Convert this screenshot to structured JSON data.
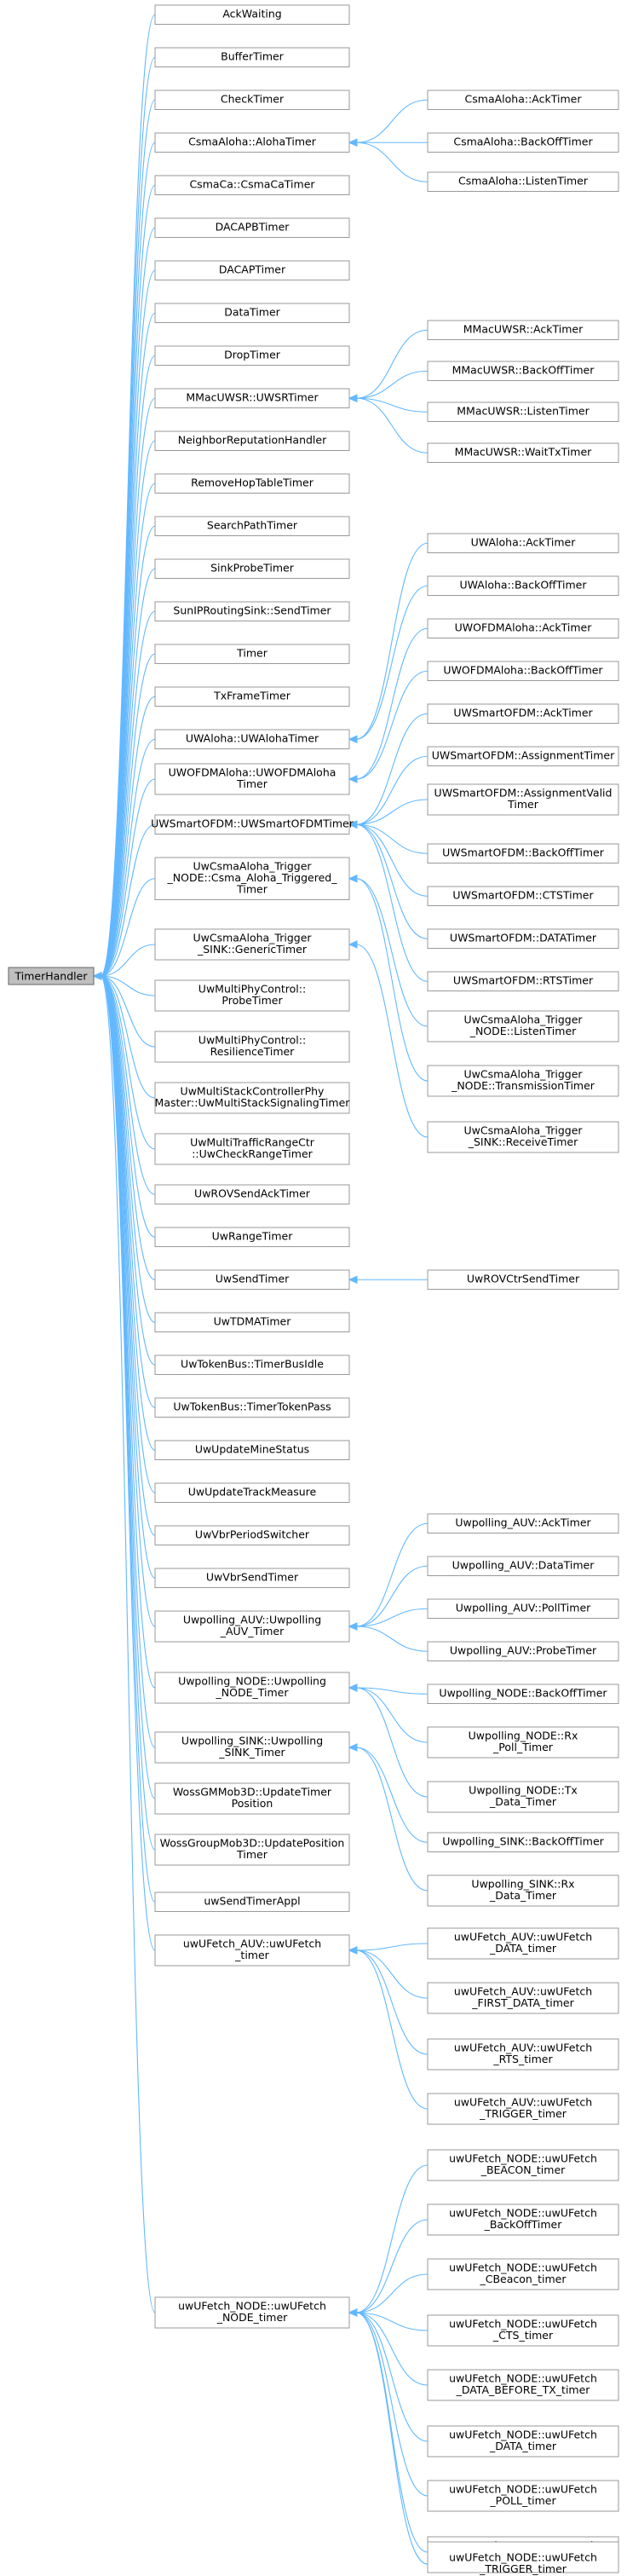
{
  "diagram": {
    "type": "inheritance-graph",
    "root": "TimerHandler",
    "children": [
      {
        "id": "ackwaiting",
        "lines": [
          "AckWaiting"
        ]
      },
      {
        "id": "buffertimer",
        "lines": [
          "BufferTimer"
        ]
      },
      {
        "id": "checktimer",
        "lines": [
          "CheckTimer"
        ]
      },
      {
        "id": "csmaaloha-alohatimer",
        "lines": [
          "CsmaAloha::AlohaTimer"
        ],
        "children": [
          {
            "id": "csmaaloha-acktimer",
            "lines": [
              "CsmaAloha::AckTimer"
            ]
          },
          {
            "id": "csmaaloha-backofftimer",
            "lines": [
              "CsmaAloha::BackOffTimer"
            ]
          },
          {
            "id": "csmaaloha-listentimer",
            "lines": [
              "CsmaAloha::ListenTimer"
            ]
          }
        ]
      },
      {
        "id": "csmaca-csmacatimer",
        "lines": [
          "CsmaCa::CsmaCaTimer"
        ]
      },
      {
        "id": "dacapbtimer",
        "lines": [
          "DACAPBTimer"
        ]
      },
      {
        "id": "dacaptimer",
        "lines": [
          "DACAPTimer"
        ]
      },
      {
        "id": "datatimer",
        "lines": [
          "DataTimer"
        ]
      },
      {
        "id": "droptimer",
        "lines": [
          "DropTimer"
        ]
      },
      {
        "id": "mmacuwsr-uwsrtimer",
        "lines": [
          "MMacUWSR::UWSRTimer"
        ],
        "children": [
          {
            "id": "mmacuwsr-acktimer",
            "lines": [
              "MMacUWSR::AckTimer"
            ]
          },
          {
            "id": "mmacuwsr-backofftimer",
            "lines": [
              "MMacUWSR::BackOffTimer"
            ]
          },
          {
            "id": "mmacuwsr-listentimer",
            "lines": [
              "MMacUWSR::ListenTimer"
            ]
          },
          {
            "id": "mmacuwsr-waittxtimer",
            "lines": [
              "MMacUWSR::WaitTxTimer"
            ]
          }
        ]
      },
      {
        "id": "neighborreputationhandler",
        "lines": [
          "NeighborReputationHandler"
        ]
      },
      {
        "id": "removehoptabletimer",
        "lines": [
          "RemoveHopTableTimer"
        ]
      },
      {
        "id": "searchpathtimer",
        "lines": [
          "SearchPathTimer"
        ]
      },
      {
        "id": "sinkprobetimer",
        "lines": [
          "SinkProbeTimer"
        ]
      },
      {
        "id": "sunip-sendtimer",
        "lines": [
          "SunIPRoutingSink::SendTimer"
        ]
      },
      {
        "id": "timer",
        "lines": [
          "Timer"
        ]
      },
      {
        "id": "txframetimer",
        "lines": [
          "TxFrameTimer"
        ]
      },
      {
        "id": "uwaloha-uwalohatimer",
        "lines": [
          "UWAloha::UWAlohaTimer"
        ],
        "children": [
          {
            "id": "uwaloha-acktimer",
            "lines": [
              "UWAloha::AckTimer"
            ]
          },
          {
            "id": "uwaloha-backofftimer",
            "lines": [
              "UWAloha::BackOffTimer"
            ]
          }
        ]
      },
      {
        "id": "uwofdmaloha-timer",
        "lines": [
          "UWOFDMAloha::UWOFDMAloha",
          "Timer"
        ],
        "children": [
          {
            "id": "uwofdmaloha-acktimer",
            "lines": [
              "UWOFDMAloha::AckTimer"
            ]
          },
          {
            "id": "uwofdmaloha-backofftimer",
            "lines": [
              "UWOFDMAloha::BackOffTimer"
            ]
          }
        ]
      },
      {
        "id": "uwsmartofdm-timer",
        "lines": [
          "UWSmartOFDM::UWSmartOFDMTimer"
        ],
        "children": [
          {
            "id": "uwsmartofdm-acktimer",
            "lines": [
              "UWSmartOFDM::AckTimer"
            ]
          },
          {
            "id": "uwsmartofdm-assignmenttimer",
            "lines": [
              "UWSmartOFDM::AssignmentTimer"
            ]
          },
          {
            "id": "uwsmartofdm-assignmentvalidtimer",
            "lines": [
              "UWSmartOFDM::AssignmentValid",
              "Timer"
            ]
          },
          {
            "id": "uwsmartofdm-backofftimer",
            "lines": [
              "UWSmartOFDM::BackOffTimer"
            ]
          },
          {
            "id": "uwsmartofdm-ctstimer",
            "lines": [
              "UWSmartOFDM::CTSTimer"
            ]
          },
          {
            "id": "uwsmartofdm-datatimer",
            "lines": [
              "UWSmartOFDM::DATATimer"
            ]
          },
          {
            "id": "uwsmartofdm-rtstimer",
            "lines": [
              "UWSmartOFDM::RTSTimer"
            ]
          }
        ]
      },
      {
        "id": "uwcsmaaloha-triggered-timer",
        "lines": [
          "UwCsmaAloha_Trigger",
          "_NODE::Csma_Aloha_Triggered_",
          "Timer"
        ],
        "children": [
          {
            "id": "uwcsmaaloha-node-listentimer",
            "lines": [
              "UwCsmaAloha_Trigger",
              "_NODE::ListenTimer"
            ]
          },
          {
            "id": "uwcsmaaloha-node-transmissiontimer",
            "lines": [
              "UwCsmaAloha_Trigger",
              "_NODE::TransmissionTimer"
            ]
          }
        ]
      },
      {
        "id": "uwcsmaaloha-sink-generictimer",
        "lines": [
          "UwCsmaAloha_Trigger",
          "_SINK::GenericTimer"
        ],
        "children": [
          {
            "id": "uwcsmaaloha-sink-receivetimer",
            "lines": [
              "UwCsmaAloha_Trigger",
              "_SINK::ReceiveTimer"
            ]
          }
        ]
      },
      {
        "id": "uwmultiphy-probetimer",
        "lines": [
          "UwMultiPhyControl::",
          "ProbeTimer"
        ]
      },
      {
        "id": "uwmultiphy-resiliencetimer",
        "lines": [
          "UwMultiPhyControl::",
          "ResilienceTimer"
        ]
      },
      {
        "id": "uwmultistack-signalingtimer",
        "lines": [
          "UwMultiStackControllerPhy",
          "Master::UwMultiStackSignalingTimer"
        ]
      },
      {
        "id": "uwmultitraffic-checkrangetimer",
        "lines": [
          "UwMultiTrafficRangeCtr",
          "::UwCheckRangeTimer"
        ]
      },
      {
        "id": "uwrovsendacktimer",
        "lines": [
          "UwROVSendAckTimer"
        ]
      },
      {
        "id": "uwrangetimer",
        "lines": [
          "UwRangeTimer"
        ]
      },
      {
        "id": "uwsendtimer",
        "lines": [
          "UwSendTimer"
        ],
        "children": [
          {
            "id": "uwrovctrsendtimer",
            "lines": [
              "UwROVCtrSendTimer"
            ]
          }
        ]
      },
      {
        "id": "uwtdmatimer",
        "lines": [
          "UwTDMATimer"
        ]
      },
      {
        "id": "uwtokenbus-timerbusidle",
        "lines": [
          "UwTokenBus::TimerBusIdle"
        ]
      },
      {
        "id": "uwtokenbus-timertokenpass",
        "lines": [
          "UwTokenBus::TimerTokenPass"
        ]
      },
      {
        "id": "uwupdateminestatus",
        "lines": [
          "UwUpdateMineStatus"
        ]
      },
      {
        "id": "uwupdatetrackmeasure",
        "lines": [
          "UwUpdateTrackMeasure"
        ]
      },
      {
        "id": "uwvbrperiodswitcher",
        "lines": [
          "UwVbrPeriodSwitcher"
        ]
      },
      {
        "id": "uwvbrsendtimer",
        "lines": [
          "UwVbrSendTimer"
        ]
      },
      {
        "id": "uwpolling-auv-timer",
        "lines": [
          "Uwpolling_AUV::Uwpolling",
          "_AUV_Timer"
        ],
        "children": [
          {
            "id": "uwpolling-auv-acktimer",
            "lines": [
              "Uwpolling_AUV::AckTimer"
            ]
          },
          {
            "id": "uwpolling-auv-datatimer",
            "lines": [
              "Uwpolling_AUV::DataTimer"
            ]
          },
          {
            "id": "uwpolling-auv-polltimer",
            "lines": [
              "Uwpolling_AUV::PollTimer"
            ]
          },
          {
            "id": "uwpolling-auv-probetimer",
            "lines": [
              "Uwpolling_AUV::ProbeTimer"
            ]
          }
        ]
      },
      {
        "id": "uwpolling-node-timer",
        "lines": [
          "Uwpolling_NODE::Uwpolling",
          "_NODE_Timer"
        ],
        "children": [
          {
            "id": "uwpolling-node-backofftimer",
            "lines": [
              "Uwpolling_NODE::BackOffTimer"
            ]
          },
          {
            "id": "uwpolling-node-rxpolltimer",
            "lines": [
              "Uwpolling_NODE::Rx",
              "_Poll_Timer"
            ]
          },
          {
            "id": "uwpolling-node-txdatatimer",
            "lines": [
              "Uwpolling_NODE::Tx",
              "_Data_Timer"
            ]
          }
        ]
      },
      {
        "id": "uwpolling-sink-timer",
        "lines": [
          "Uwpolling_SINK::Uwpolling",
          "_SINK_Timer"
        ],
        "children": [
          {
            "id": "uwpolling-sink-backofftimer",
            "lines": [
              "Uwpolling_SINK::BackOffTimer"
            ]
          },
          {
            "id": "uwpolling-sink-rxdatatimer",
            "lines": [
              "Uwpolling_SINK::Rx",
              "_Data_Timer"
            ]
          }
        ]
      },
      {
        "id": "wossgmmob3d-updatetimerposition",
        "lines": [
          "WossGMMob3D::UpdateTimer",
          "Position"
        ]
      },
      {
        "id": "wossgroupmob3d-updatepositiontimer",
        "lines": [
          "WossGroupMob3D::UpdatePosition",
          "Timer"
        ]
      },
      {
        "id": "uwsendtimerappl",
        "lines": [
          "uwSendTimerAppl"
        ]
      },
      {
        "id": "uwufetch-auv-timer",
        "lines": [
          "uwUFetch_AUV::uwUFetch",
          "_timer"
        ],
        "children": [
          {
            "id": "uwufetch-auv-datatimer",
            "lines": [
              "uwUFetch_AUV::uwUFetch",
              "_DATA_timer"
            ]
          },
          {
            "id": "uwufetch-auv-firstdatatimer",
            "lines": [
              "uwUFetch_AUV::uwUFetch",
              "_FIRST_DATA_timer"
            ]
          },
          {
            "id": "uwufetch-auv-rtstimer",
            "lines": [
              "uwUFetch_AUV::uwUFetch",
              "_RTS_timer"
            ]
          },
          {
            "id": "uwufetch-auv-triggertimer",
            "lines": [
              "uwUFetch_AUV::uwUFetch",
              "_TRIGGER_timer"
            ]
          }
        ]
      },
      {
        "id": "uwufetch-node-timer",
        "lines": [
          "uwUFetch_NODE::uwUFetch",
          "_NODE_timer"
        ],
        "children": [
          {
            "id": "uwufetch-node-beacontimer",
            "lines": [
              "uwUFetch_NODE::uwUFetch",
              "_BEACON_timer"
            ]
          },
          {
            "id": "uwufetch-node-backofftimer",
            "lines": [
              "uwUFetch_NODE::uwUFetch",
              "_BackOffTimer"
            ]
          },
          {
            "id": "uwufetch-node-cbeacontimer",
            "lines": [
              "uwUFetch_NODE::uwUFetch",
              "_CBeacon_timer"
            ]
          },
          {
            "id": "uwufetch-node-ctstimer",
            "lines": [
              "uwUFetch_NODE::uwUFetch",
              "_CTS_timer"
            ]
          },
          {
            "id": "uwufetch-node-databeforetxtimer",
            "lines": [
              "uwUFetch_NODE::uwUFetch",
              "_DATA_BEFORE_TX_timer"
            ]
          },
          {
            "id": "uwufetch-node-datatimer",
            "lines": [
              "uwUFetch_NODE::uwUFetch",
              "_DATA_timer"
            ]
          },
          {
            "id": "uwufetch-node-polltimer",
            "lines": [
              "uwUFetch_NODE::uwUFetch",
              "_POLL_timer"
            ]
          },
          {
            "id": "uwufetch-node-probetimer",
            "lines": [
              "uwUFetch_NODE::uwUFetch",
              "_PROBE_timer"
            ]
          },
          {
            "id": "uwufetch-node-triggertimer",
            "lines": [
              "uwUFetch_NODE::uwUFetch",
              "_TRIGGER_timer"
            ]
          }
        ]
      }
    ]
  },
  "colors": {
    "edge": "#63b8ff",
    "node_border": "#999999",
    "root_fill": "#bfbfbf",
    "node_fill": "#ffffff"
  }
}
